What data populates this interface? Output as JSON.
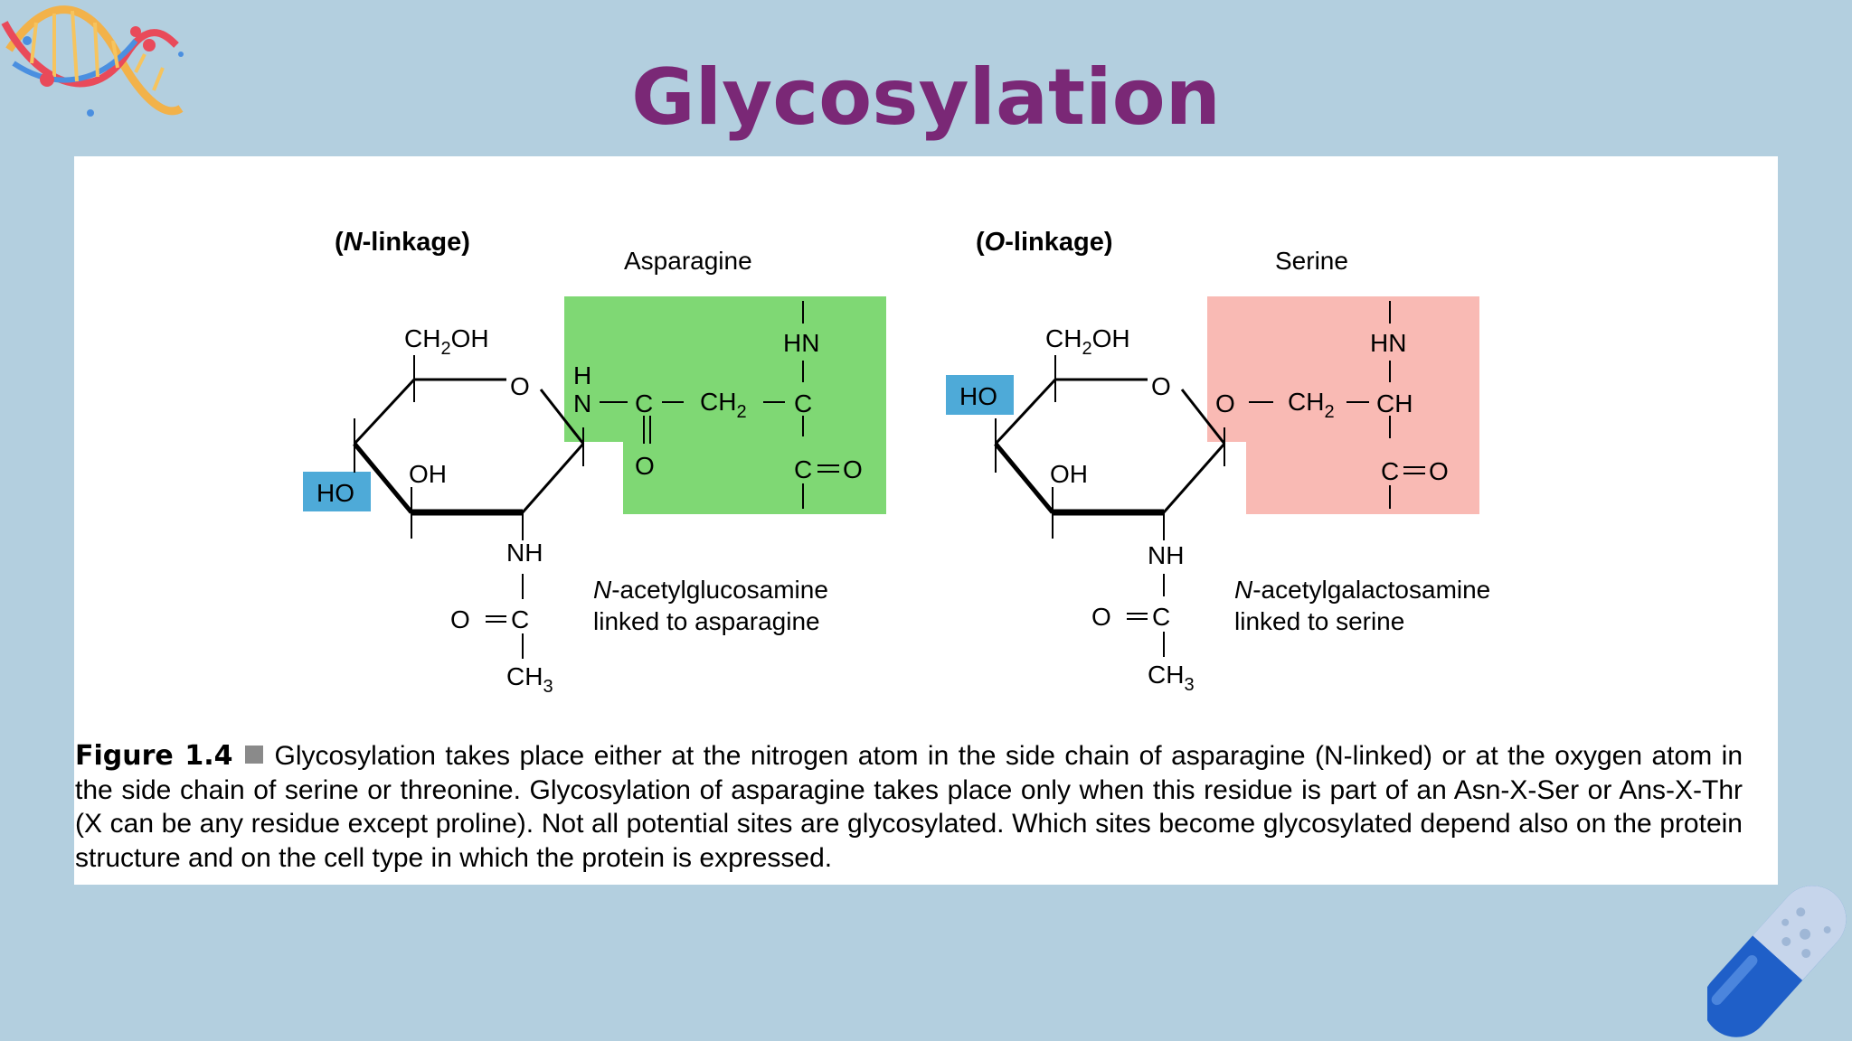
{
  "title": "Glycosylation",
  "colors": {
    "title": "#7a2876",
    "background": "#b3cfdf",
    "asparagine_box": "#7fd874",
    "serine_box": "#f9bab4",
    "ho_box": "#4eaad8"
  },
  "diagram": {
    "n_linkage": {
      "heading_open": "(",
      "heading_letter": "N",
      "heading_rest": "-linkage)",
      "residue": "Asparagine",
      "sugar_ch2oh": "CH",
      "sugar_ch2oh_sub": "2",
      "sugar_ch2oh_tail": "OH",
      "ring_o": "O",
      "oh": "OH",
      "ho": "HO",
      "nh": "NH",
      "o_eq_c": "O",
      "c_acetyl": "C",
      "ch3": "CH",
      "ch3_sub": "3",
      "link_h": "H",
      "link_n": "N",
      "amide_c": "C",
      "amide_o": "O",
      "ch2": "CH",
      "ch2_sub": "2",
      "alpha_c": "C",
      "hn": "HN",
      "carbonyl_c": "C",
      "carbonyl_o": "O",
      "caption_italic": "N",
      "caption_line1": "-acetylglucosamine",
      "caption_line2": "linked to asparagine"
    },
    "o_linkage": {
      "heading_open": "(",
      "heading_letter": "O",
      "heading_rest": "-linkage)",
      "residue": "Serine",
      "sugar_ch2oh": "CH",
      "sugar_ch2oh_sub": "2",
      "sugar_ch2oh_tail": "OH",
      "ring_o": "O",
      "oh": "OH",
      "ho": "HO",
      "nh": "NH",
      "o_eq_c": "O",
      "c_acetyl": "C",
      "ch3": "CH",
      "ch3_sub": "3",
      "link_o": "O",
      "ch2": "CH",
      "ch2_sub": "2",
      "alpha_ch": "CH",
      "hn": "HN",
      "carbonyl_c": "C",
      "carbonyl_o": "O",
      "caption_italic": "N",
      "caption_line1": "-acetylgalactosamine",
      "caption_line2": "linked to serine"
    }
  },
  "figure_caption": {
    "label": "Figure 1.4",
    "text": "Glycosylation takes place either at the nitrogen atom in the side chain of asparagine (N-linked) or at the oxygen atom in the side chain of serine or threonine. Glycosylation of asparagine takes place only when this residue is part of an Asn-X-Ser or Ans-X-Thr (X can be any residue except proline). Not all potential sites are glycosylated. Which sites become glycosylated depend also on the protein structure and on the cell type in which the protein is expressed."
  },
  "decorations": {
    "top_left": "dna-helix-icon",
    "bottom_right": "capsule-pill-icon"
  }
}
